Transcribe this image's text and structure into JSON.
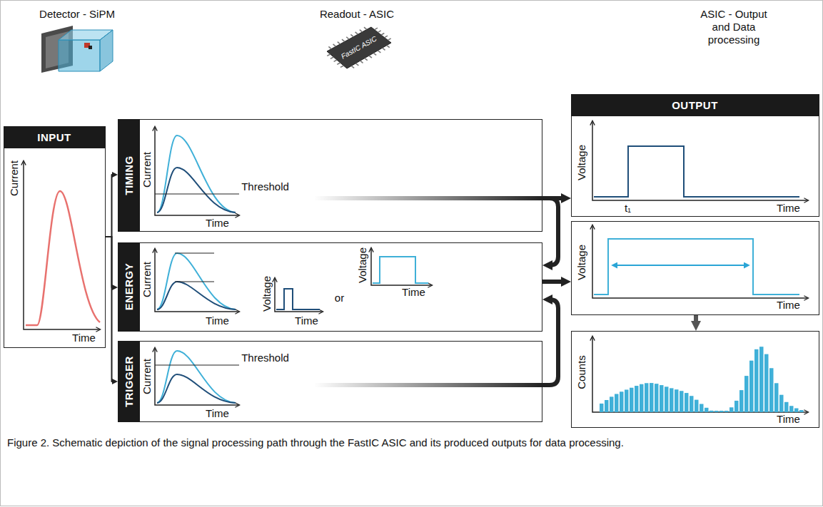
{
  "diagram": {
    "caption": "Figure 2. Schematic depiction of the signal processing path through the FastIC ASIC and its produced outputs for data processing.",
    "nodes": [
      {
        "text": [
          "INPUT",
          "Current",
          "Time"
        ]
      },
      {
        "text": [
          "TIMING",
          "Current",
          "Threshold",
          "Time"
        ]
      },
      {
        "text": [
          "ENERGY",
          "Current",
          "Time",
          "Voltage",
          "Time",
          "or",
          "Voltage",
          "Time"
        ]
      },
      {
        "text": [
          "TRIGGER",
          "Current",
          "Threshold",
          "Time"
        ]
      },
      {
        "text": [
          "OUTPUT",
          "Voltage",
          "t₁",
          "Time"
        ]
      },
      {
        "text": [
          "Voltage",
          "Time"
        ]
      },
      {
        "text": [
          "Counts",
          "Time"
        ]
      }
    ],
    "edges": [
      {
        "from": 0,
        "to": 1,
        "arrow": "to"
      },
      {
        "from": 0,
        "to": 2,
        "arrow": "to"
      },
      {
        "from": 0,
        "to": 3,
        "arrow": "to"
      },
      {
        "from": 1,
        "to": 4,
        "arrow": "to"
      },
      {
        "from": 1,
        "to": 2,
        "arrow": "to"
      },
      {
        "from": 3,
        "to": 2,
        "arrow": "to"
      },
      {
        "from": 2,
        "to": 5,
        "arrow": "to"
      },
      {
        "from": 5,
        "to": 6,
        "arrow": "to"
      }
    ],
    "labels": [
      "Detector - SiPM",
      "Readout - ASIC",
      "FastIC ASIC",
      "ASIC - Output and Data processing"
    ]
  }
}
